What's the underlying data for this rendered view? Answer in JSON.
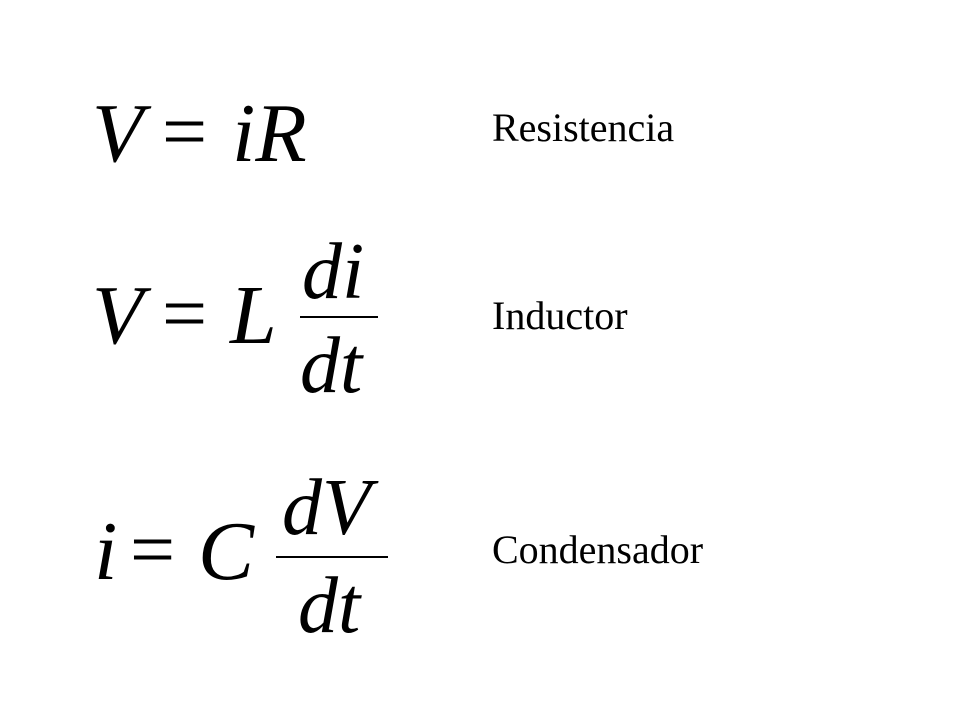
{
  "equations": [
    {
      "lhs": "V",
      "equals": "=",
      "rhs": "iR",
      "label": "Resistencia"
    },
    {
      "lhs": "V",
      "equals": "=",
      "coef": "L",
      "numerator": "di",
      "denominator": "dt",
      "label": "Inductor"
    },
    {
      "lhs": "i",
      "equals": "=",
      "coef": "C",
      "numerator": "dV",
      "denominator": "dt",
      "label": "Condensador"
    }
  ]
}
